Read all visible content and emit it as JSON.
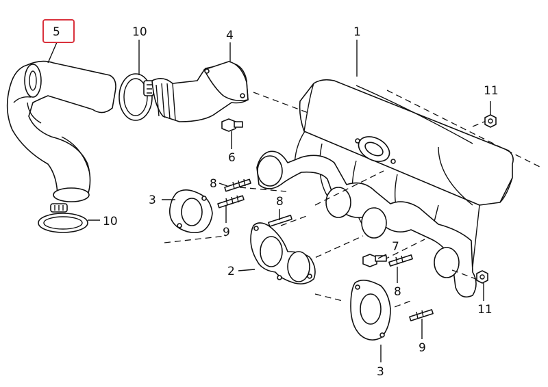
{
  "labels": {
    "p1": "1",
    "p2": "2",
    "p3a": "3",
    "p3b": "3",
    "p4": "4",
    "p5": "5",
    "p6": "6",
    "p7": "7",
    "p8a": "8",
    "p8b": "8",
    "p8c": "8",
    "p9a": "9",
    "p9b": "9",
    "p10a": "10",
    "p10b": "10",
    "p11a": "11",
    "p11b": "11"
  },
  "highlight": {
    "part": "5",
    "color": "#d9313c"
  }
}
